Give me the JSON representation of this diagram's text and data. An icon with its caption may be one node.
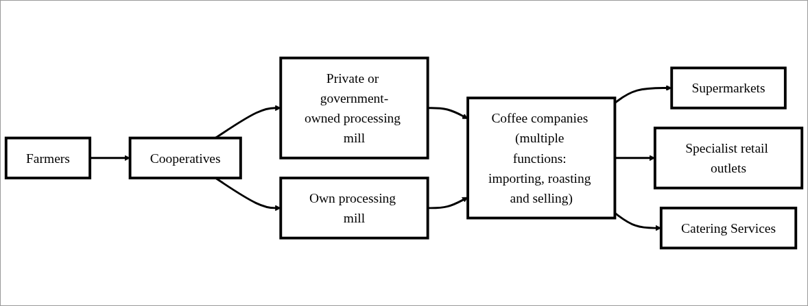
{
  "diagram": {
    "nodes": [
      {
        "text": [
          "Farmers"
        ]
      },
      {
        "text": [
          "Cooperatives"
        ]
      },
      {
        "text": [
          "Private or government-owned processing mill"
        ]
      },
      {
        "text": [
          "Own processing mill"
        ]
      },
      {
        "text": [
          "Coffee companies (multiple functions: importing, roasting and selling)"
        ]
      },
      {
        "text": [
          "Supermarkets"
        ]
      },
      {
        "text": [
          "Specialist retail outlets"
        ]
      },
      {
        "text": [
          "Catering Services"
        ]
      }
    ],
    "edges": [
      {
        "from": 0,
        "to": 1,
        "arrow": "to"
      },
      {
        "from": 1,
        "to": 2,
        "arrow": "to"
      },
      {
        "from": 1,
        "to": 3,
        "arrow": "to"
      },
      {
        "from": 2,
        "to": 4,
        "arrow": "to"
      },
      {
        "from": 3,
        "to": 4,
        "arrow": "to"
      },
      {
        "from": 4,
        "to": 5,
        "arrow": "to"
      },
      {
        "from": 4,
        "to": 6,
        "arrow": "to"
      },
      {
        "from": 4,
        "to": 7,
        "arrow": "to"
      }
    ]
  }
}
